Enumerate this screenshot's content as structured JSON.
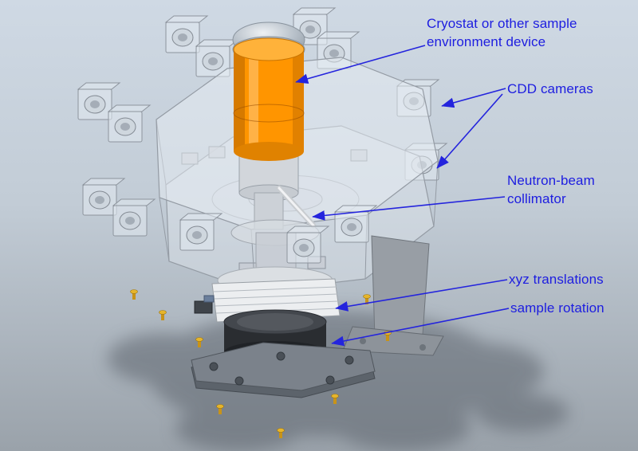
{
  "annotations": [
    {
      "id": "cryostat",
      "lines": [
        "Cryostat or other sample",
        "environment device"
      ]
    },
    {
      "id": "cdd_cameras",
      "lines": [
        "CDD cameras"
      ]
    },
    {
      "id": "collimator",
      "lines": [
        "Neutron-beam",
        "collimator"
      ]
    },
    {
      "id": "xyz_translations",
      "lines": [
        "xyz translations"
      ]
    },
    {
      "id": "sample_rotation",
      "lines": [
        "sample rotation"
      ]
    }
  ],
  "colors": {
    "annotation_blue": "#1d1de0",
    "arrow_blue": "#2424dd",
    "cryostat_orange": "#ff9500",
    "cryostat_orange_dark": "#e08200",
    "cryostat_orange_light": "#ffb23a",
    "background_top": "#cfd9e4",
    "background_bottom": "#9aa2aa",
    "screw_gold": "#e0a81e",
    "base_gray": "#7b828b",
    "shadow_gray": "#565d66"
  }
}
